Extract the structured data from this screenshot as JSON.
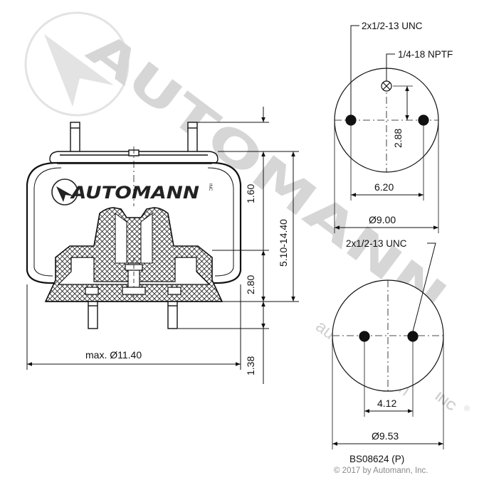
{
  "watermark": {
    "brand": "AUTOMANN",
    "website": "automann.com",
    "suffix": "INC",
    "registered": "®"
  },
  "logo": {
    "brand": "AUTOMANN",
    "suffix": "INC"
  },
  "side_view": {
    "dim_top_height": "1.60",
    "dim_overall_height": "5.10-14.40",
    "dim_piston_height": "2.80",
    "dim_stud_length": "1.38",
    "dim_max_diameter": "max. Ø11.40"
  },
  "top_plate_view": {
    "stud_callout": "2x1/2-13 UNC",
    "air_fitting_callout": "1/4-18 NPTF",
    "dim_offset": "2.88",
    "dim_stud_spacing": "6.20",
    "dim_diameter": "Ø9.00"
  },
  "bottom_plate_view": {
    "stud_callout": "2x1/2-13 UNC",
    "dim_stud_spacing": "4.12",
    "dim_diameter": "Ø9.53"
  },
  "part_number": "BS08624 (P)",
  "copyright": "© 2017 by Automann, Inc."
}
